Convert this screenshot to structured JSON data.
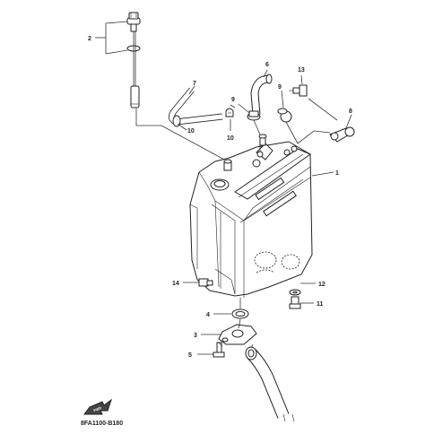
{
  "callouts": {
    "c1": "1",
    "c2": "2",
    "c3": "3",
    "c4": "4",
    "c5": "5",
    "c6": "6",
    "c7": "7",
    "c8": "8",
    "c9a": "9",
    "c9b": "9",
    "c10a": "10",
    "c10b": "10",
    "c11": "11",
    "c12": "12",
    "c13": "13",
    "c14": "14"
  },
  "diagram_code": "8FA1100-B180",
  "front_mark": "FWD"
}
